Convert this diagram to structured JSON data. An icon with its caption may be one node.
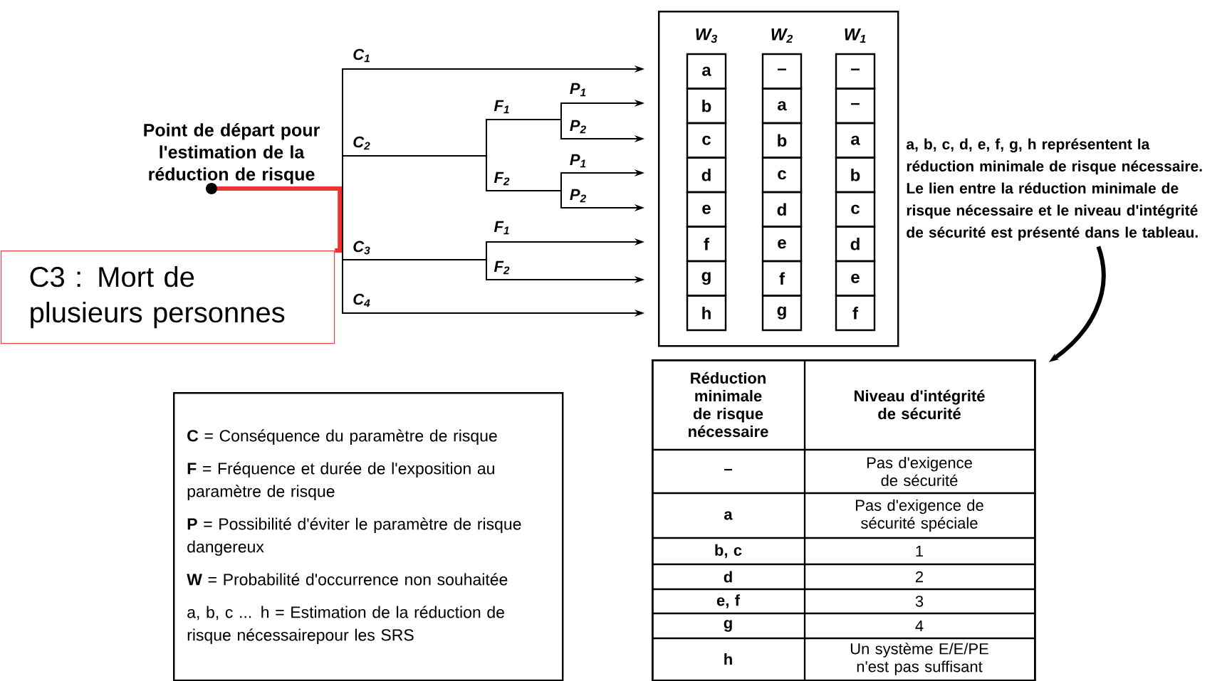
{
  "diagram": {
    "nodes": [
      {
        "text": [
          "Point de départ pour l'estimation de la réduction de risque"
        ]
      },
      {
        "text": [],
        "shape": "box"
      },
      {
        "text": [
          "a"
        ],
        "in": 1
      },
      {
        "text": [
          "b"
        ],
        "in": 1
      },
      {
        "text": [
          "c"
        ],
        "in": 1
      },
      {
        "text": [
          "d"
        ],
        "in": 1
      },
      {
        "text": [
          "e"
        ],
        "in": 1
      },
      {
        "text": [
          "f"
        ],
        "in": 1
      },
      {
        "text": [
          "g"
        ],
        "in": 1
      },
      {
        "text": [
          "h"
        ],
        "in": 1
      },
      {
        "text": [
          "–"
        ],
        "in": 1
      },
      {
        "text": [
          "a"
        ],
        "in": 1
      },
      {
        "text": [
          "b"
        ],
        "in": 1
      },
      {
        "text": [
          "c"
        ],
        "in": 1
      },
      {
        "text": [
          "d"
        ],
        "in": 1
      },
      {
        "text": [
          "e"
        ],
        "in": 1
      },
      {
        "text": [
          "f"
        ],
        "in": 1
      },
      {
        "text": [
          "g"
        ],
        "in": 1
      },
      {
        "text": [
          "–"
        ],
        "in": 1
      },
      {
        "text": [
          "–"
        ],
        "in": 1
      },
      {
        "text": [
          "a"
        ],
        "in": 1
      },
      {
        "text": [
          "b"
        ],
        "in": 1
      },
      {
        "text": [
          "c"
        ],
        "in": 1
      },
      {
        "text": [
          "d"
        ],
        "in": 1
      },
      {
        "text": [
          "e"
        ],
        "in": 1
      },
      {
        "text": [
          "f"
        ],
        "in": 1
      },
      {
        "text": [
          "a, b, c, d, e, f, g, h représentent la réduction minimale de risque nécessaire. Le lien entre la réduction minimale de risque nécessaire et le niveau d'intégrité de sécurité est présenté dans le tableau."
        ]
      },
      {
        "text": [
          "C3 : Mort de plusieurs personnes"
        ]
      },
      {
        "text": [
          "**C** = Conséquence du paramètre de risque",
          "**F** = Fréquence et durée de l'exposition au paramètre de risque",
          "**P** = Possibilité d'éviter le paramètre de risque dangereux",
          "**W** = Probabilité d'occurrence non souhaitée",
          "a, b, c ... h = Estimation de la réduction de risque nécessairepour les SRS"
        ]
      },
      {
        "text": [],
        "shape": "box"
      }
    ],
    "edges": [
      {
        "from": 0,
        "to": 1,
        "arrow": "to"
      },
      {
        "from": 0,
        "to": 1,
        "arrow": "to"
      },
      {
        "from": 0,
        "to": 1,
        "arrow": "to"
      },
      {
        "from": 0,
        "to": 1,
        "arrow": "to"
      },
      {
        "from": 0,
        "to": 1,
        "arrow": "to"
      },
      {
        "from": 0,
        "to": 1,
        "arrow": "to"
      },
      {
        "from": 0,
        "to": 1,
        "arrow": "to"
      },
      {
        "from": 0,
        "to": 1,
        "arrow": "to"
      },
      {
        "from": 26,
        "to": 29,
        "arrow": "to",
        "style": "thick"
      },
      {
        "from": 27,
        "to": 0,
        "arrow": "none",
        "style": "thick",
        "color": "#ee3333"
      }
    ],
    "labels": [
      "C$_{1}$",
      "P$_{1}$",
      "F$_{1}$",
      "C$_{2}$",
      "P$_{2}$",
      "P$_{1}$",
      "F$_{2}$",
      "P$_{2}$",
      "F$_{1}$",
      "C$_{3}$",
      "F$_{2}$",
      "C$_{4}$",
      "W$_{3}$",
      "W$_{2}$",
      "W$_{1}$",
      "Réduction minimale de risque nécessaire",
      "Niveau d'intégrité de sécurité",
      "–",
      "Pas d'exigence de sécurité",
      "a",
      "Pas d'exigence de sécurité spéciale",
      "b, c",
      "1",
      "d",
      "2",
      "e, f",
      "3",
      "g",
      "4",
      "h",
      "Un système E/E/PE n'est pas suffisant"
    ]
  }
}
